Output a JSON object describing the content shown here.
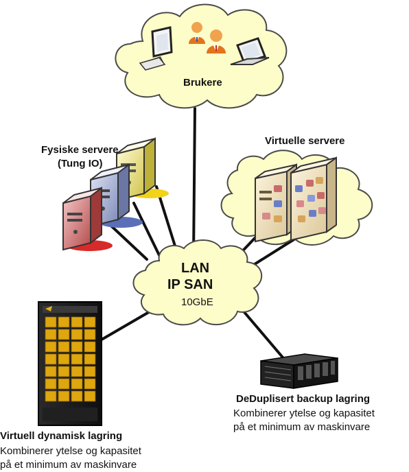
{
  "users": {
    "label": "Brukere"
  },
  "physical_servers": {
    "line1": "Fysiske servere",
    "line2": "(Tung IO)"
  },
  "virtual_servers": {
    "label": "Virtuelle servere"
  },
  "network": {
    "line1": "LAN",
    "line2": "IP SAN",
    "line3": "10GbE"
  },
  "virtual_storage": {
    "title": "Virtuell dynamisk lagring",
    "line1": "Kombinerer ytelse og kapasitet",
    "line2": "på et minimum av maskinvare"
  },
  "backup_storage": {
    "title": "DeDuplisert backup lagring",
    "line1": "Kombinerer ytelse og kapasitet",
    "line2": "på et minimum av maskinvare"
  },
  "colors": {
    "cloud_fill": "#fdfdc9",
    "cloud_stroke": "#4a4a4a",
    "line": "#111111",
    "server_red": "#d82a2a",
    "server_blue": "#5a6fb8",
    "server_yellow": "#f2d21a",
    "storage_cell": "#e0a60e"
  }
}
